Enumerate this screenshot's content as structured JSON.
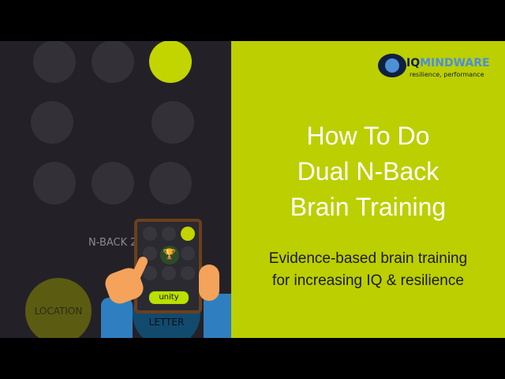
{
  "left_panel": {
    "label_nback": "N-BACK 2",
    "label_location": "LOCATION",
    "label_letter": "LETTER",
    "grid_active_index": 2,
    "tablet_badge": "unity",
    "trophy_icon": "🏆"
  },
  "right_panel": {
    "logo": {
      "brand_prefix": "IQ",
      "brand_name": "MINDWARE",
      "tagline": "resilience, performance"
    },
    "title_lines": [
      "How To Do",
      "Dual N-Back",
      "Brain Training"
    ],
    "subtitle_lines": [
      "Evidence-based brain training",
      "for increasing IQ & resilience"
    ]
  },
  "colors": {
    "accent": "#bccf00",
    "dark": "#232127",
    "active_dot": "#c2d500"
  }
}
